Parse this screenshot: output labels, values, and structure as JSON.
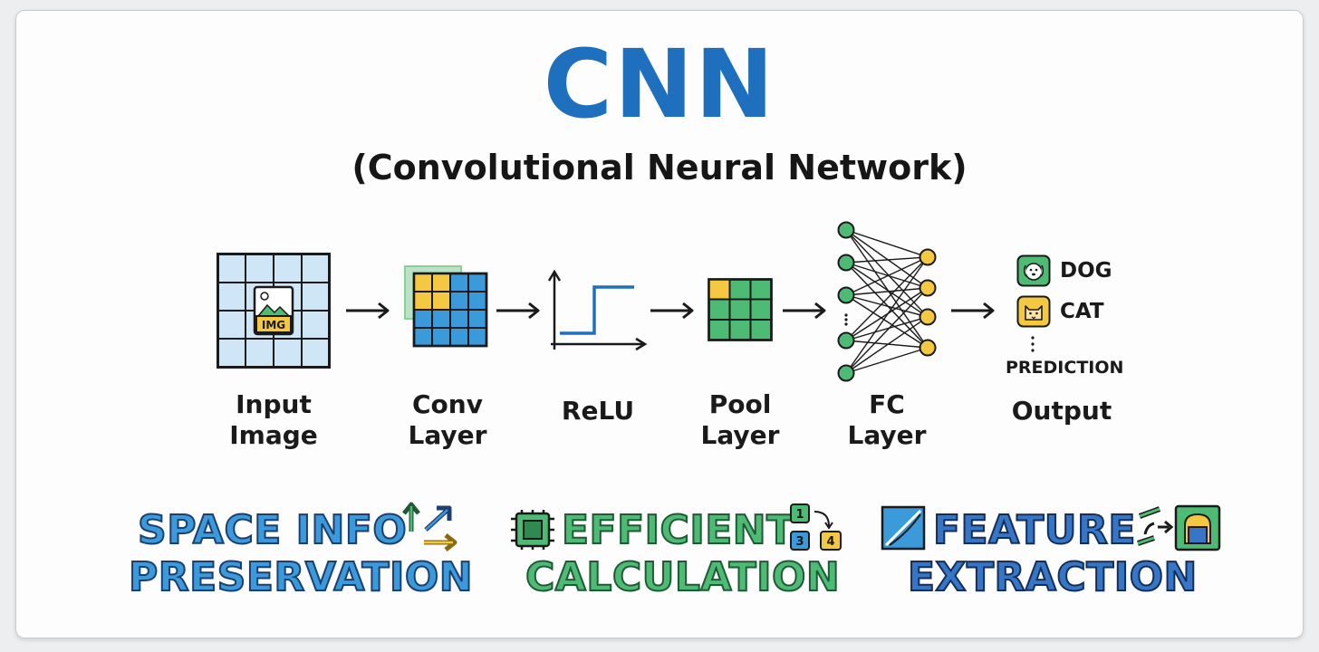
{
  "header": {
    "title": "CNN",
    "subtitle": "(Convolutional Neural Network)"
  },
  "stages": {
    "input": {
      "line1": "Input",
      "line2": "Image",
      "icon_text": "IMG",
      "icon": "image-grid-icon"
    },
    "conv": {
      "line1": "Conv",
      "line2": "Layer",
      "icon": "feature-map-icon"
    },
    "relu": {
      "line1": "ReLU",
      "icon": "step-function-icon"
    },
    "pool": {
      "line1": "Pool",
      "line2": "Layer",
      "icon": "pooling-grid-icon"
    },
    "fc": {
      "line1": "FC",
      "line2": "Layer",
      "icon": "neural-network-icon"
    },
    "output": {
      "label": "Output",
      "classes": [
        "DOG",
        "CAT"
      ],
      "prediction": "PREDICTION",
      "icons": [
        "dog-icon",
        "cat-icon"
      ]
    }
  },
  "benefits": [
    {
      "line1": "SPACE INFO",
      "line2": "PRESERVATION",
      "icon": "arrows-icon"
    },
    {
      "line1": "EFFICIENT",
      "line2": "CALCULATION",
      "icon": "chip-icon",
      "step_numbers": [
        "1",
        "3",
        "4"
      ]
    },
    {
      "line1": "FEATURE",
      "line2": "EXTRACTION",
      "icon": "feature-shapes-icon"
    }
  ],
  "colors": {
    "title": "#1f6fbf",
    "blue": "#3b9ad9",
    "green": "#4dbb73",
    "yellow": "#f5c842",
    "grid_light": "#cfe6f7"
  }
}
